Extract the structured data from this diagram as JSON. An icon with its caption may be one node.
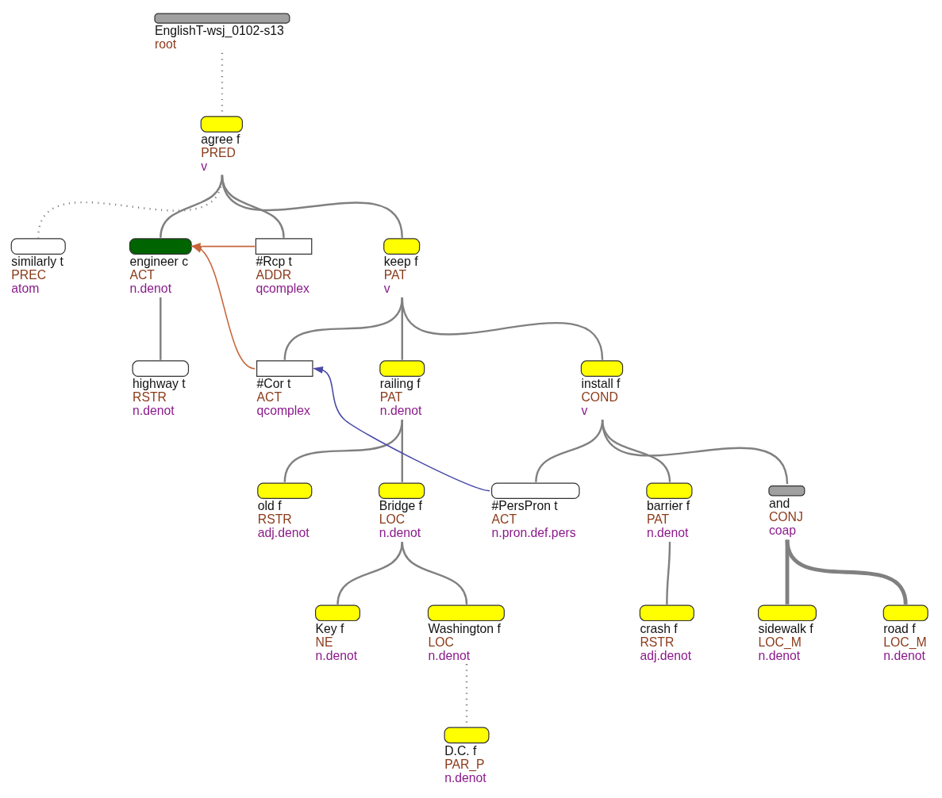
{
  "diagram": {
    "nodes": [
      {
        "text": [
          "EnglishT-wsj_0102-s13",
          "root"
        ]
      },
      {
        "text": [
          "agree f",
          "PRED",
          "v"
        ]
      },
      {
        "text": [
          "similarly t",
          "PREC",
          "atom"
        ]
      },
      {
        "text": [
          "engineer c",
          "ACT",
          "n.denot"
        ]
      },
      {
        "text": [
          "#Rcp t",
          "ADDR",
          "qcomplex"
        ]
      },
      {
        "text": [
          "keep f",
          "PAT",
          "v"
        ]
      },
      {
        "text": [
          "highway t",
          "RSTR",
          "n.denot"
        ]
      },
      {
        "text": [
          "#Cor t",
          "ACT",
          "qcomplex"
        ]
      },
      {
        "text": [
          "railing f",
          "PAT",
          "n.denot"
        ]
      },
      {
        "text": [
          "install f",
          "COND",
          "v"
        ]
      },
      {
        "text": [
          "old f",
          "RSTR",
          "adj.denot"
        ]
      },
      {
        "text": [
          "Bridge f",
          "LOC",
          "n.denot"
        ]
      },
      {
        "text": [
          "#PersPron t",
          "ACT",
          "n.pron.def.pers"
        ]
      },
      {
        "text": [
          "barrier f",
          "PAT",
          "n.denot"
        ]
      },
      {
        "text": [
          "and",
          "CONJ",
          "coap"
        ]
      },
      {
        "text": [
          "Key f",
          "NE",
          "n.denot"
        ]
      },
      {
        "text": [
          "Washington f",
          "LOC",
          "n.denot"
        ]
      },
      {
        "text": [
          "crash f",
          "RSTR",
          "adj.denot"
        ]
      },
      {
        "text": [
          "sidewalk f",
          "LOC_M",
          "n.denot"
        ]
      },
      {
        "text": [
          "road f",
          "LOC_M",
          "n.denot"
        ]
      },
      {
        "text": [
          "D.C. f",
          "PAR_P",
          "n.denot"
        ]
      }
    ],
    "edges": [
      {
        "from": 0,
        "to": 1,
        "arrow": "none",
        "style": "dashed"
      },
      {
        "from": 1,
        "to": 2,
        "arrow": "none",
        "style": "dashed"
      },
      {
        "from": 1,
        "to": 3,
        "arrow": "none"
      },
      {
        "from": 1,
        "to": 4,
        "arrow": "none"
      },
      {
        "from": 1,
        "to": 5,
        "arrow": "none"
      },
      {
        "from": 3,
        "to": 6,
        "arrow": "none"
      },
      {
        "from": 5,
        "to": 7,
        "arrow": "none"
      },
      {
        "from": 5,
        "to": 8,
        "arrow": "none"
      },
      {
        "from": 5,
        "to": 9,
        "arrow": "none"
      },
      {
        "from": 8,
        "to": 10,
        "arrow": "none"
      },
      {
        "from": 8,
        "to": 11,
        "arrow": "none"
      },
      {
        "from": 9,
        "to": 12,
        "arrow": "none"
      },
      {
        "from": 9,
        "to": 13,
        "arrow": "none"
      },
      {
        "from": 9,
        "to": 14,
        "arrow": "none"
      },
      {
        "from": 11,
        "to": 15,
        "arrow": "none"
      },
      {
        "from": 11,
        "to": 16,
        "arrow": "none"
      },
      {
        "from": 13,
        "to": 17,
        "arrow": "none"
      },
      {
        "from": 14,
        "to": 18,
        "arrow": "none",
        "style": "thick"
      },
      {
        "from": 14,
        "to": 19,
        "arrow": "none",
        "style": "thick"
      },
      {
        "from": 16,
        "to": 20,
        "arrow": "none",
        "style": "dashed"
      },
      {
        "from": 4,
        "to": 3,
        "arrow": "to",
        "color": "#c8643c"
      },
      {
        "from": 7,
        "to": 3,
        "arrow": "to",
        "color": "#c8643c"
      },
      {
        "from": 12,
        "to": 7,
        "arrow": "to",
        "color": "#4a4aa8"
      }
    ]
  }
}
